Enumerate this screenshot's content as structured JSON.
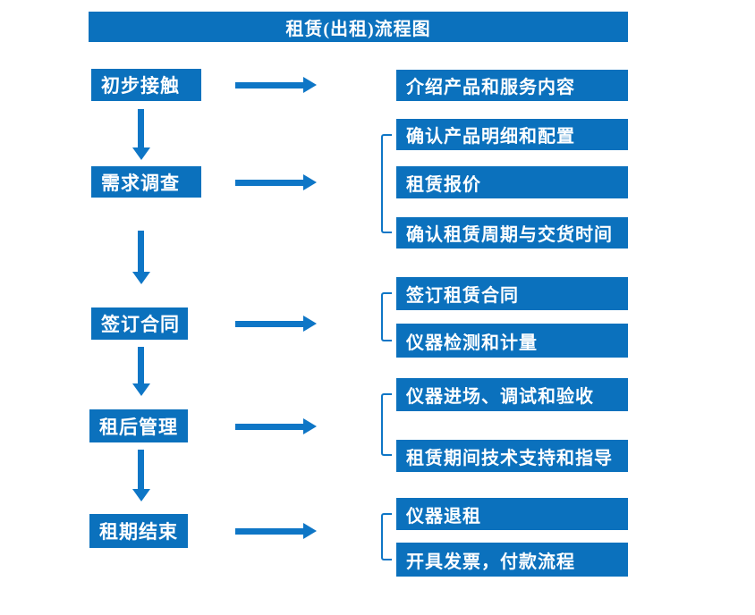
{
  "title": "租赁(出租)流程图",
  "stages": [
    {
      "label": "初步接触"
    },
    {
      "label": "需求调查"
    },
    {
      "label": "签订合同"
    },
    {
      "label": "租后管理"
    },
    {
      "label": "租期结束"
    }
  ],
  "details": [
    {
      "label": "介绍产品和服务内容"
    },
    {
      "label": "确认产品明细和配置"
    },
    {
      "label": "租赁报价"
    },
    {
      "label": "确认租赁周期与交货时间"
    },
    {
      "label": "签订租赁合同"
    },
    {
      "label": "仪器检测和计量"
    },
    {
      "label": "仪器进场、调试和验收"
    },
    {
      "label": "租赁期间技术支持和指导"
    },
    {
      "label": "仪器退租"
    },
    {
      "label": "开具发票，付款流程"
    }
  ],
  "groups": [
    {
      "stage": "初步接触",
      "details": [
        "介绍产品和服务内容"
      ]
    },
    {
      "stage": "需求调查",
      "details": [
        "确认产品明细和配置",
        "租赁报价",
        "确认租赁周期与交货时间"
      ]
    },
    {
      "stage": "签订合同",
      "details": [
        "签订租赁合同",
        "仪器检测和计量"
      ]
    },
    {
      "stage": "租后管理",
      "details": [
        "仪器进场、调试和验收",
        "租赁期间技术支持和指导"
      ]
    },
    {
      "stage": "租期结束",
      "details": [
        "仪器退租",
        "开具发票，付款流程"
      ]
    }
  ],
  "colors": {
    "primary_blue": "#0b71bd",
    "arrow_blue": "#0e76c6",
    "text": "#ffffff",
    "background": "#ffffff"
  }
}
